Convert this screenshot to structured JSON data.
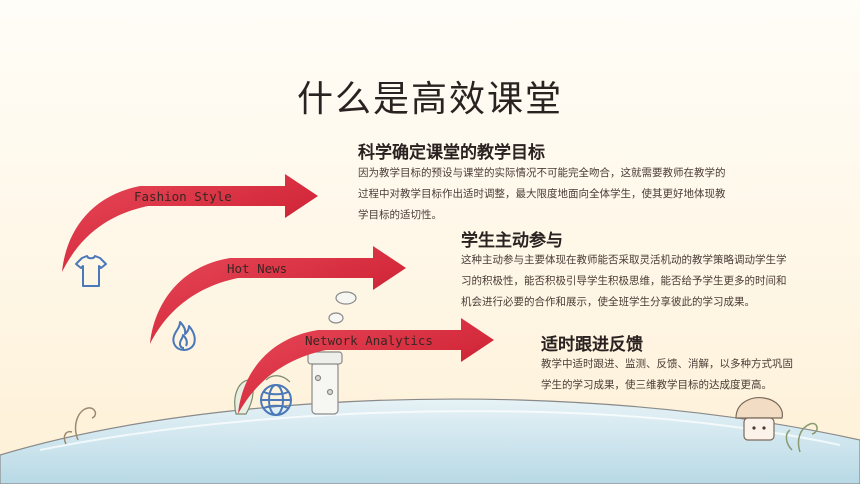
{
  "slide": {
    "title": "什么是高效课堂"
  },
  "arrows": [
    {
      "label": "Fashion Style",
      "icon": "tshirt-icon"
    },
    {
      "label": "Hot News",
      "icon": "flame-icon"
    },
    {
      "label": "Network Analytics",
      "icon": "globe-icon"
    }
  ],
  "sections": [
    {
      "title": "科学确定课堂的教学目标",
      "body": "因为教学目标的预设与课堂的实际情况不可能完全吻合，这就需要教师在教学的过程中对教学目标作出适时调整，最大限度地面向全体学生，使其更好地体现教学目标的适切性。"
    },
    {
      "title": "学生主动参与",
      "body": "这种主动参与主要体现在教师能否采取灵活机动的教学策略调动学生学习的积极性，能否积极引导学生积极思维，能否给予学生更多的时间和机会进行必要的合作和展示，使全班学生分享彼此的学习成果。"
    },
    {
      "title": "适时跟进反馈",
      "body": "教学中适时跟进、监测、反馈、消解，以多种方式巩固学生的学习成果，使三维教学目标的达成度更高。"
    }
  ],
  "colors": {
    "arrow_red": "#d42a3c",
    "arrow_dark": "#b01e2e",
    "icon_blue": "#4a78b8"
  }
}
